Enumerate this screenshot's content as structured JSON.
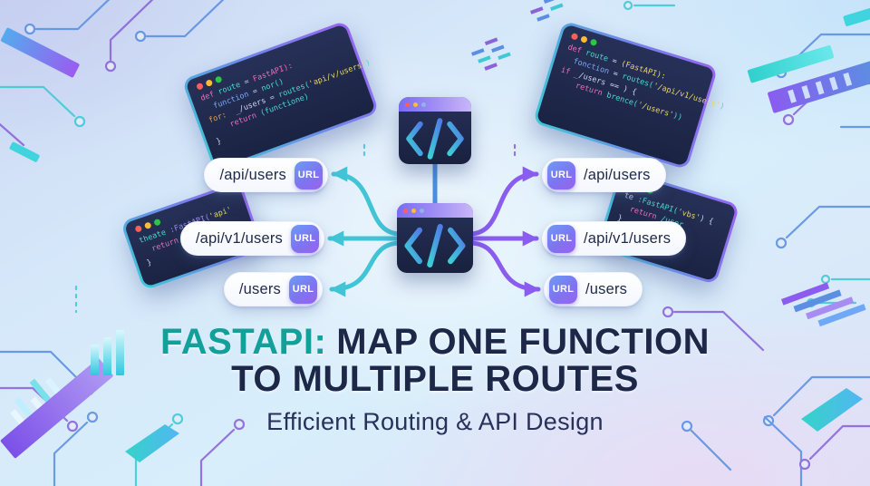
{
  "title": {
    "highlight": "FASTAPI:",
    "line1_rest": "MAP ONE FUNCTION",
    "line2": "TO MULTIPLE ROUTES",
    "subtitle": "Efficient Routing & API Design"
  },
  "badge_label": "URL",
  "routes": {
    "left": [
      {
        "label": "/api/users"
      },
      {
        "label": "/api/v1/users"
      },
      {
        "label": "/users"
      }
    ],
    "right": [
      {
        "label": "/api/users"
      },
      {
        "label": "/api/v1/users"
      },
      {
        "label": "/users"
      }
    ]
  },
  "code_windows": {
    "top_left": {
      "lines": [
        [
          {
            "t": "def ",
            "c": "pink"
          },
          {
            "t": "route ",
            "c": "teal"
          },
          {
            "t": "= ",
            "c": "white"
          },
          {
            "t": "FastAPI):",
            "c": "pink"
          }
        ],
        [
          {
            "t": "  function ",
            "c": "blue"
          },
          {
            "t": "= ",
            "c": "white"
          },
          {
            "t": "nor()",
            "c": "teal"
          }
        ],
        [
          {
            "t": "for:  ",
            "c": "orange"
          },
          {
            "t": "_/users ",
            "c": "white"
          },
          {
            "t": "= ",
            "c": "white"
          },
          {
            "t": "routes(",
            "c": "teal"
          },
          {
            "t": "'api/v/users'",
            "c": "yellow"
          },
          {
            "t": ")",
            "c": "teal"
          }
        ],
        [
          {
            "t": "    return ",
            "c": "pink"
          },
          {
            "t": "(functione)",
            "c": "teal"
          }
        ],
        [
          {
            "t": "}",
            "c": "white"
          }
        ]
      ]
    },
    "top_right": {
      "lines": [
        [
          {
            "t": "def ",
            "c": "pink"
          },
          {
            "t": "route ",
            "c": "teal"
          },
          {
            "t": "= ",
            "c": "white"
          },
          {
            "t": "(FastAPI):",
            "c": "yellow"
          }
        ],
        [
          {
            "t": "  fonction ",
            "c": "blue"
          },
          {
            "t": "= ",
            "c": "white"
          },
          {
            "t": "routes(",
            "c": "teal"
          },
          {
            "t": "'/api/v1/users'",
            "c": "yellow"
          },
          {
            "t": ")",
            "c": "teal"
          }
        ],
        [
          {
            "t": "if ",
            "c": "pink"
          },
          {
            "t": "_/users == ) {",
            "c": "white"
          }
        ],
        [
          {
            "t": "    return ",
            "c": "pink"
          },
          {
            "t": "brence(",
            "c": "teal"
          },
          {
            "t": "'/users'",
            "c": "yellow"
          },
          {
            "t": "))",
            "c": "teal"
          }
        ]
      ]
    },
    "mid_left": {
      "lines": [
        [
          {
            "t": "theate ",
            "c": "teal"
          },
          {
            "t": ":FastAPI(",
            "c": "purple"
          },
          {
            "t": "'api'",
            "c": "yellow"
          }
        ],
        [
          {
            "t": "  return ",
            "c": "pink"
          },
          {
            "t": "/users)",
            "c": "teal"
          }
        ],
        [
          {
            "t": "}",
            "c": "white"
          }
        ]
      ]
    },
    "mid_right": {
      "lines": [
        [
          {
            "t": "te ",
            "c": "white"
          },
          {
            "t": ":FastAPI(",
            "c": "teal"
          },
          {
            "t": "'vbs'",
            "c": "yellow"
          },
          {
            "t": ") {",
            "c": "white"
          }
        ],
        [
          {
            "t": "  return ",
            "c": "pink"
          },
          {
            "t": "/user",
            "c": "teal"
          }
        ],
        [
          {
            "t": "}",
            "c": "white"
          }
        ]
      ]
    }
  },
  "code_icon_glyph": "</>",
  "colors": {
    "background_blue": "#d5e9fa",
    "background_lavender": "#ccd6f2",
    "teal_accent": "#3fc9d4",
    "teal_arrow": "#41c4d6",
    "purple_arrow": "#8a5cf0",
    "blue_accent": "#5b8fe2",
    "connector_blue": "#4a90e0",
    "navy_text": "#1d2848",
    "title_teal": "#14a09a",
    "pill_background": "#ffffff",
    "badge_gradient": [
      "#6d9cf4",
      "#9a62ef"
    ],
    "window_background": "#1e2748",
    "window_border_gradient": [
      "#3ec9d6",
      "#9a63f2"
    ],
    "dot_red": "#ff5f57",
    "dot_yellow": "#febc2e",
    "dot_green": "#2ac840"
  }
}
